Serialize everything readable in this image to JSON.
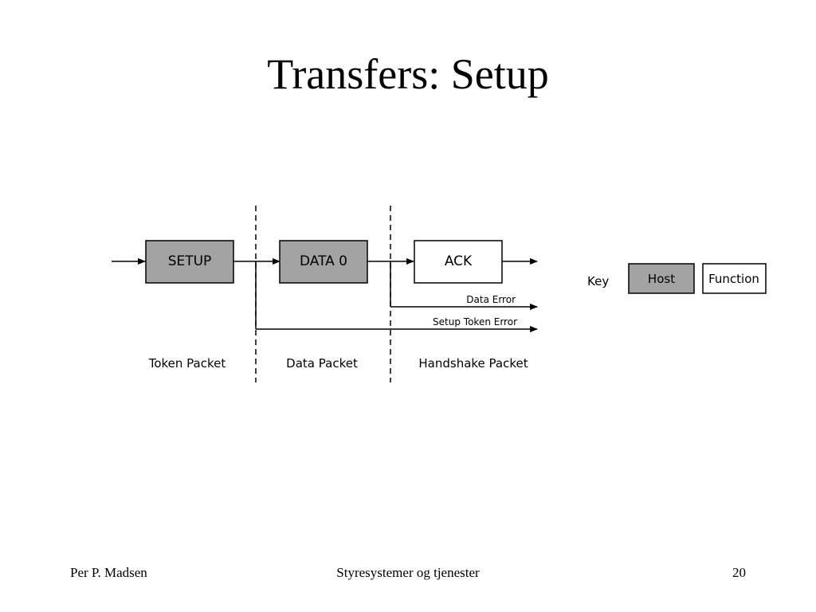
{
  "slide": {
    "title": "Transfers: Setup"
  },
  "diagram": {
    "packets": {
      "setup": "SETUP",
      "data0": "DATA 0",
      "ack": "ACK"
    },
    "errors": {
      "data_error": "Data Error",
      "setup_token_error": "Setup Token Error"
    },
    "phases": {
      "token": "Token Packet",
      "data": "Data Packet",
      "handshake": "Handshake Packet"
    },
    "key": {
      "label": "Key",
      "host": "Host",
      "function": "Function"
    },
    "colors": {
      "host_fill": "#a3a3a3",
      "function_fill": "#ffffff",
      "line": "#000000"
    }
  },
  "footer": {
    "author": "Per P. Madsen",
    "course": "Styresystemer og tjenester",
    "page_number": "20"
  }
}
